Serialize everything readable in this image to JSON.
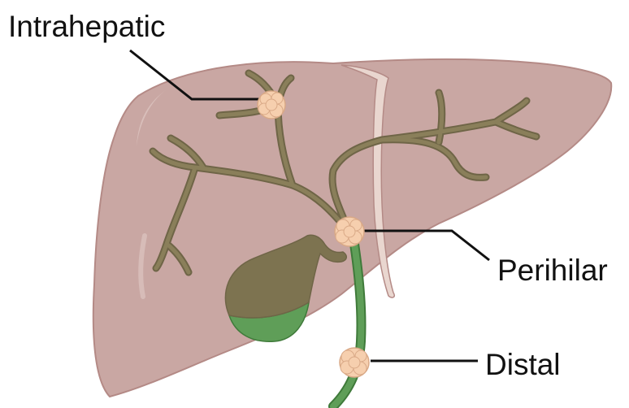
{
  "labels": {
    "intrahepatic": "Intrahepatic",
    "perihilar": "Perihilar",
    "distal": "Distal"
  },
  "colors": {
    "liver_fill": "#c9a7a3",
    "liver_outline": "#b48a86",
    "liver_highlight": "#d8bcb8",
    "ligament": "#e9d6cf",
    "bile_duct": "#8a7f5a",
    "bile_duct_outline": "#6f6547",
    "gallbladder": "#7d7350",
    "common_duct": "#5f9e58",
    "tumor": "#f6cfae",
    "tumor_outline": "#d9a987",
    "leader_line": "#111111"
  },
  "structures": [
    "liver",
    "falciform-ligament",
    "bile-duct-tree",
    "gallbladder",
    "common-bile-duct",
    "tumors"
  ]
}
